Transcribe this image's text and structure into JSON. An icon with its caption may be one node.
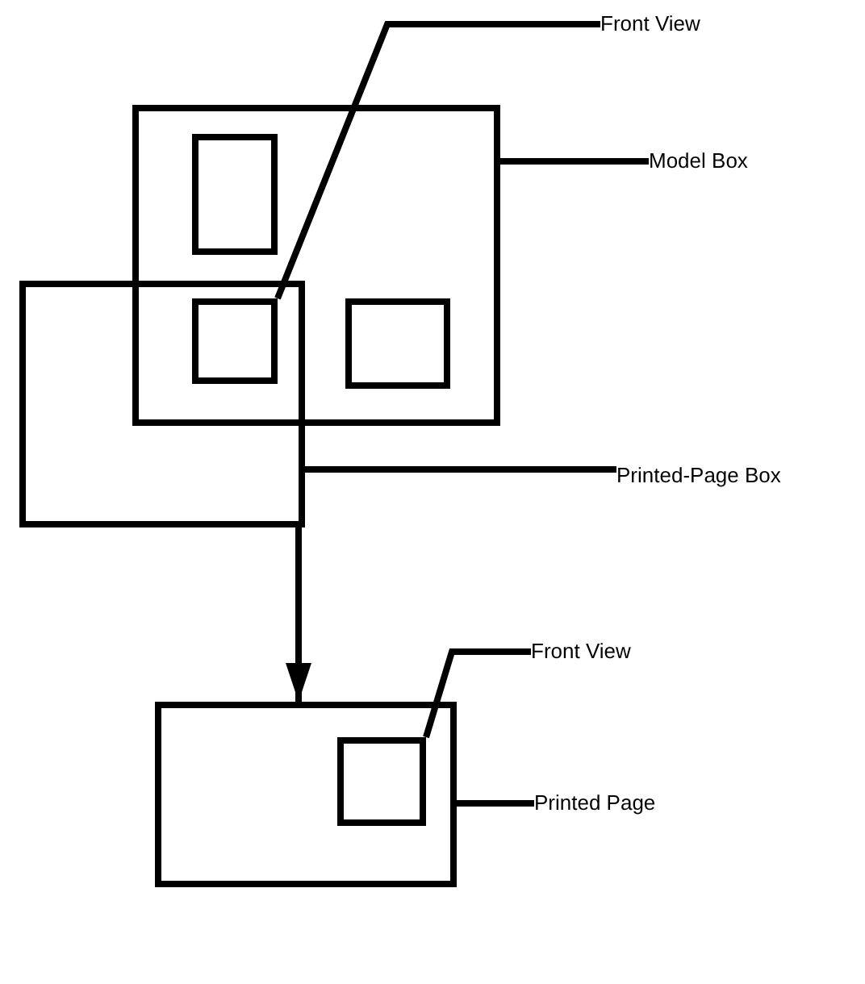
{
  "diagram": {
    "nodes": [
      {
        "text": [],
        "shape": "box"
      },
      {
        "text": [],
        "shape": "box",
        "in": 0
      },
      {
        "text": [],
        "shape": "box"
      },
      {
        "text": [],
        "shape": "box",
        "in": 0
      },
      {
        "text": [],
        "shape": "box"
      },
      {
        "text": [
          "Front View"
        ]
      },
      {
        "text": [
          "Model Box"
        ]
      },
      {
        "text": [
          "Printed-Page Box"
        ]
      },
      {
        "text": [],
        "shape": "box"
      },
      {
        "text": [],
        "shape": "box",
        "in": 8
      },
      {
        "text": [
          "Front View"
        ]
      },
      {
        "text": [
          "Printed Page"
        ]
      }
    ],
    "edges": [
      {
        "from": 5,
        "to": 2,
        "arrow": "none"
      },
      {
        "from": 6,
        "to": 0,
        "arrow": "none"
      },
      {
        "from": 7,
        "to": 4,
        "arrow": "none"
      },
      {
        "from": 4,
        "to": 8,
        "arrow": "to"
      },
      {
        "from": 10,
        "to": 9,
        "arrow": "none"
      },
      {
        "from": 11,
        "to": 8,
        "arrow": "none"
      }
    ]
  }
}
